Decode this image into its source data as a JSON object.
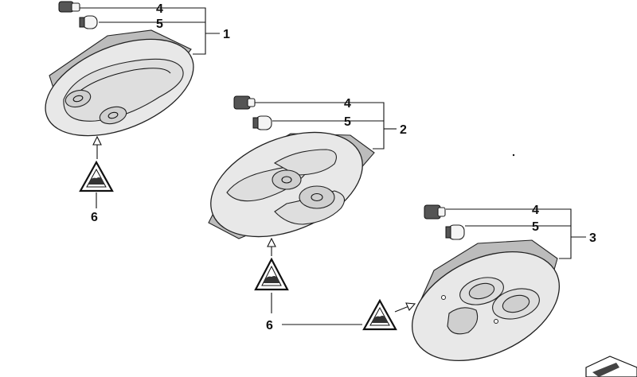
{
  "callouts": {
    "n1": "1",
    "n2": "2",
    "n3": "3",
    "n4a": "4",
    "n5a": "5",
    "n4b": "4",
    "n5b": "5",
    "n4c": "4",
    "n5c": "5",
    "n6a": "6",
    "n6b": "6"
  },
  "colors": {
    "line": "#111111",
    "part_fill": "#e8e8e8",
    "shadow": "#bcbcbc"
  },
  "icons": [
    "warning-triangle-icon",
    "bulb-icon",
    "socket-icon",
    "arrow-up-icon",
    "arrow-right-icon",
    "document-corner-icon"
  ]
}
